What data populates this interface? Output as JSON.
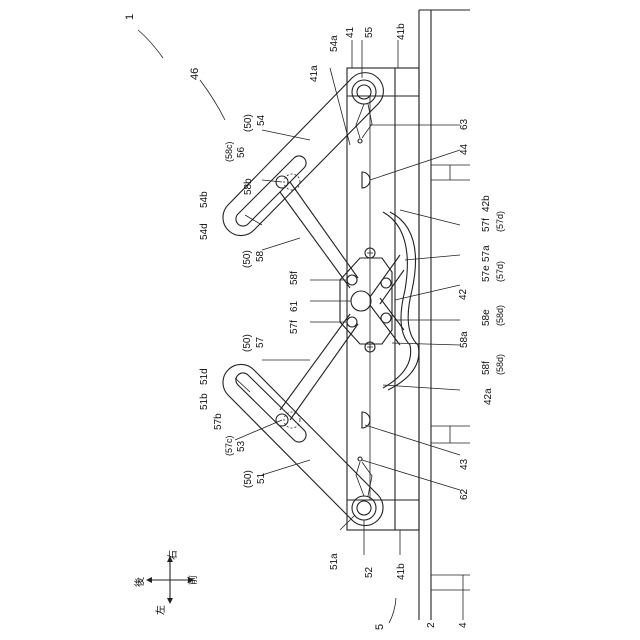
{
  "figure_ref": "1",
  "assembly_ref": "46",
  "base_ref": "5",
  "refs": {
    "r54a": "54a",
    "r41": "41",
    "r55": "55",
    "r41b_top": "41b",
    "r41a": "41a",
    "r63": "63",
    "r50_top": "(50)",
    "r54": "54",
    "r58c": "(58c)",
    "r56": "56",
    "r44": "44",
    "r58b": "58b",
    "r54d": "54d",
    "r54b": "54b",
    "r42b": "42b",
    "r57f_a": "57f",
    "r57d_a": "(57d)",
    "r50_mid": "(50)",
    "r58": "58",
    "r57a": "57a",
    "r57e": "57e",
    "r57d_b": "(57d)",
    "r58f_top": "58f",
    "r61": "61",
    "r57f_b": "57f",
    "r42": "42",
    "r58e": "58e",
    "r58d_a": "(58d)",
    "r50_low": "(50)",
    "r57": "57",
    "r58a": "58a",
    "r58f_low": "58f",
    "r58d_b": "(58d)",
    "r51d": "51d",
    "r51b": "51b",
    "r57b": "57b",
    "r42a": "42a",
    "r57c": "(57c)",
    "r53": "53",
    "r43": "43",
    "r50_bot": "(50)",
    "r51": "51",
    "r62": "62",
    "r51a": "51a",
    "r52": "52",
    "r41b_bot": "41b",
    "r2": "2",
    "r4": "4"
  },
  "direction_legend": {
    "back": "後",
    "right": "右",
    "left": "左",
    "front": "前"
  }
}
